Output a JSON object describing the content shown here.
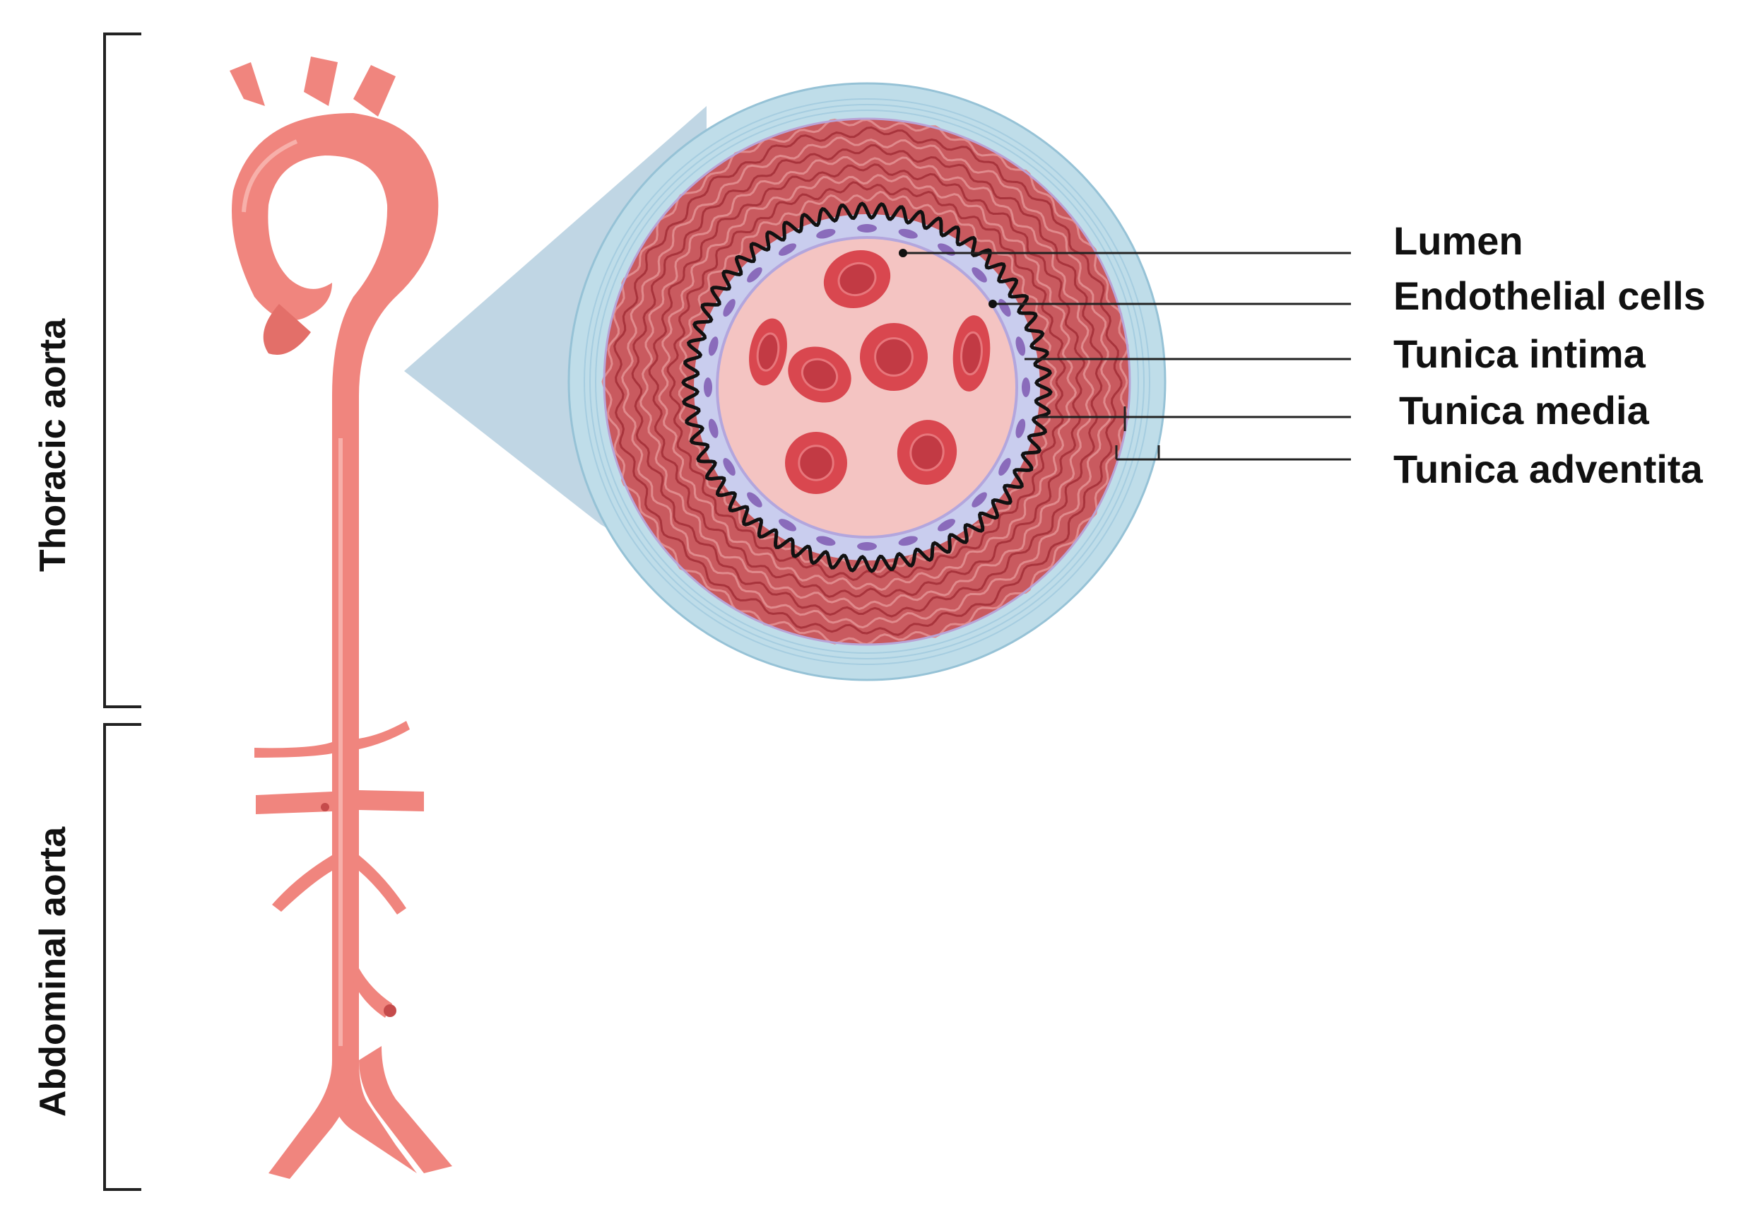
{
  "regions": {
    "thoracic": "Thoracic aorta",
    "abdominal": "Abdominal aorta"
  },
  "labels": [
    {
      "id": "lumen",
      "text": "Lumen"
    },
    {
      "id": "endothelial",
      "text": "Endothelial cells"
    },
    {
      "id": "intima",
      "text": "Tunica intima"
    },
    {
      "id": "media",
      "text": "Tunica media"
    },
    {
      "id": "adventitia",
      "text": "Tunica adventita"
    }
  ],
  "colors": {
    "aorta": "#f0857e",
    "aorta_dark": "#d9625c",
    "adventitia": "#bfdde9",
    "media": "#c95a5f",
    "intima": "#c9cdee",
    "lumen": "#f4c4c2",
    "blood_cell": "#d9474f",
    "projection": "#b9d2e1"
  }
}
